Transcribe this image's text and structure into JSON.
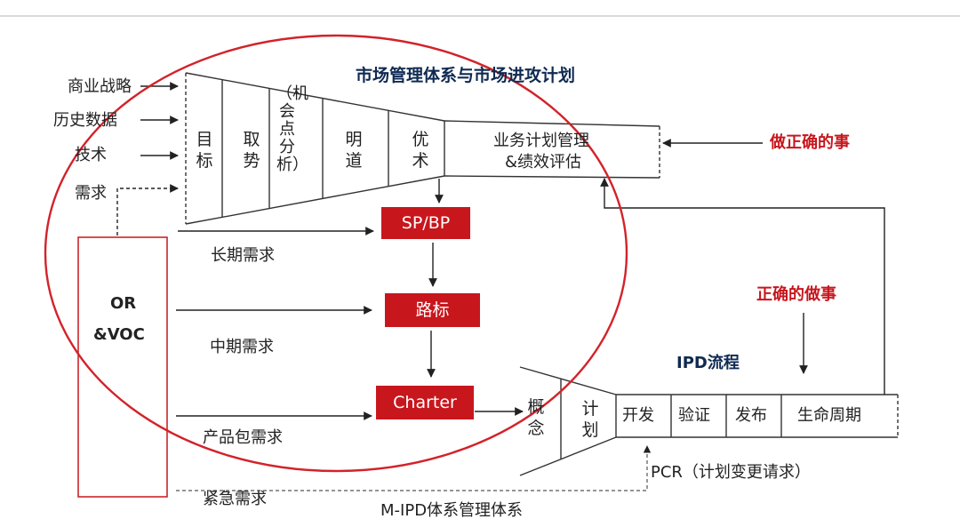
{
  "title": "市场管理体系与市场进攻计划",
  "inputs": [
    "商业战略",
    "历史数据",
    "技术",
    "需求"
  ],
  "funnel_cols": [
    "目标",
    "取势",
    "（机会点分析）",
    "明道",
    "优术"
  ],
  "biz_plan": [
    "业务计划管理",
    "&绩效评估"
  ],
  "right_labels": {
    "do_right": "做正确的事",
    "right_do": "正确的做事"
  },
  "or_voc": [
    "OR",
    "&VOC"
  ],
  "boxes": {
    "spbp": "SP/BP",
    "roadmap": "路标",
    "charter": "Charter"
  },
  "demands": {
    "long": "长期需求",
    "mid": "中期需求",
    "pkg": "产品包需求",
    "urgent": "紧急需求"
  },
  "ipd": {
    "title": "IPD流程",
    "concept": "概念",
    "plan": "计划",
    "stages": [
      "开发",
      "验证",
      "发布",
      "生命周期"
    ]
  },
  "pcr": "PCR（计划变更请求）",
  "bottom_label": "M-IPD体系管理体系",
  "colors": {
    "red": "#c8161d",
    "navy": "#0f2a52",
    "line": "#333333"
  }
}
